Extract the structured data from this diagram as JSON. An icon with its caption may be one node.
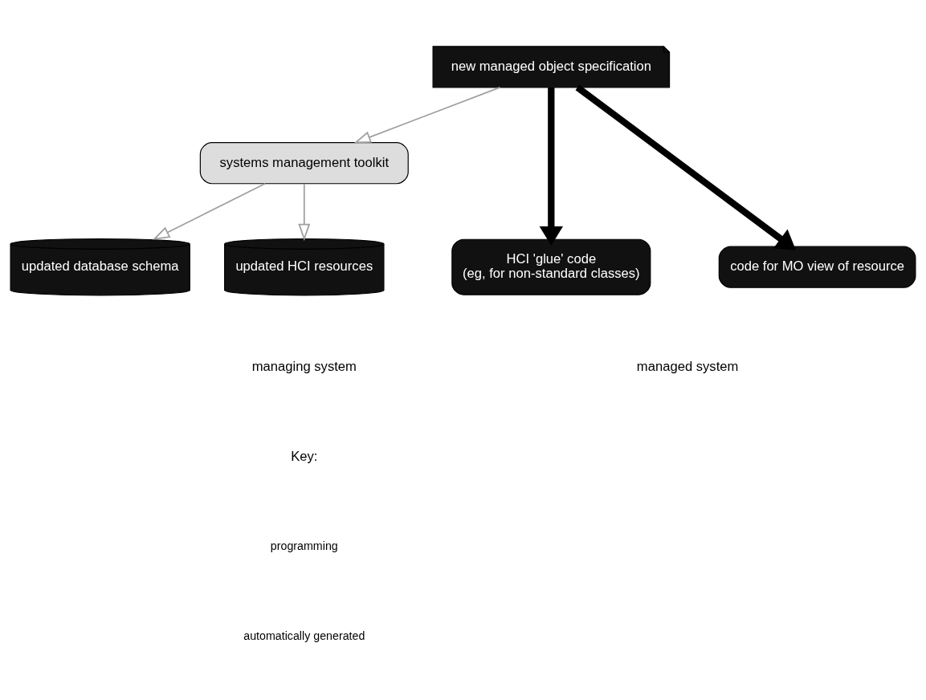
{
  "diagram": {
    "nodes": [
      {
        "text": [
          "new managed object specification"
        ]
      },
      {
        "text": [
          "systems management toolkit"
        ]
      },
      {
        "text": [
          "updated database schema"
        ]
      },
      {
        "text": [
          "updated HCI resources"
        ]
      },
      {
        "text": [
          "HCI 'glue' code",
          "(eg, for non-standard classes)"
        ]
      },
      {
        "text": [
          "code for MO view of resource"
        ]
      }
    ],
    "edges": [
      {
        "from": 0,
        "to": 1,
        "arrow": "to"
      },
      {
        "from": 1,
        "to": 2,
        "arrow": "to"
      },
      {
        "from": 1,
        "to": 3,
        "arrow": "to"
      },
      {
        "from": 0,
        "to": 4,
        "arrow": "to",
        "style": "thick",
        "color": "#000000"
      },
      {
        "from": 0,
        "to": 5,
        "arrow": "to",
        "style": "thick",
        "color": "#000000"
      }
    ],
    "labels": [
      "managing system",
      "managed system",
      "Key:"
    ],
    "legend": [
      {
        "text": "programming"
      },
      {
        "text": "automatically generated"
      }
    ]
  }
}
